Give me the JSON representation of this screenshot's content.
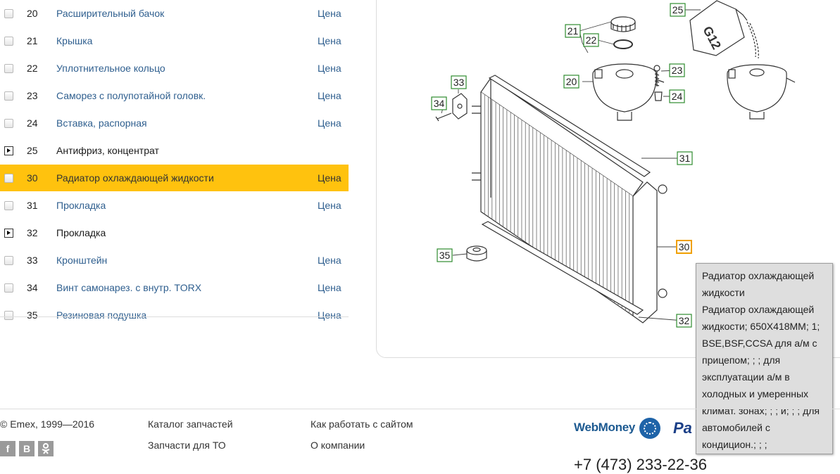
{
  "parts": [
    {
      "num": "20",
      "name": "Расширительный бачок",
      "price": "Цена",
      "type": "checkbox",
      "highlight": false
    },
    {
      "num": "21",
      "name": "Крышка",
      "price": "Цена",
      "type": "checkbox",
      "highlight": false
    },
    {
      "num": "22",
      "name": "Уплотнительное кольцо",
      "price": "Цена",
      "type": "checkbox",
      "highlight": false
    },
    {
      "num": "23",
      "name": "Саморез с полупотайной головк.",
      "price": "Цена",
      "type": "checkbox",
      "highlight": false
    },
    {
      "num": "24",
      "name": "Вставка, распорная",
      "price": "Цена",
      "type": "checkbox",
      "highlight": false
    },
    {
      "num": "25",
      "name": "Антифриз, концентрат",
      "price": "",
      "type": "expander",
      "highlight": false
    },
    {
      "num": "30",
      "name": "Радиатор охлаждающей жидкости",
      "price": "Цена",
      "type": "checkbox",
      "highlight": true
    },
    {
      "num": "31",
      "name": "Прокладка",
      "price": "Цена",
      "type": "checkbox",
      "highlight": false
    },
    {
      "num": "32",
      "name": "Прокладка",
      "price": "",
      "type": "expander",
      "highlight": false
    },
    {
      "num": "33",
      "name": "Кронштейн",
      "price": "Цена",
      "type": "checkbox",
      "highlight": false
    },
    {
      "num": "34",
      "name": "Винт самонарез. с внутр. TORX",
      "price": "Цена",
      "type": "checkbox",
      "highlight": false
    },
    {
      "num": "35",
      "name": "Резиновая подушка",
      "price": "Цена",
      "type": "checkbox",
      "highlight": false
    }
  ],
  "diagram": {
    "callouts": [
      "20",
      "21",
      "22",
      "23",
      "24",
      "25",
      "30",
      "31",
      "32",
      "33",
      "34",
      "35"
    ],
    "bottle_label": "G12"
  },
  "tooltip": {
    "lines": [
      "Радиатор охлаждающей",
      "жидкости",
      "Радиатор охлаждающей",
      "жидкости; 650X418MM; 1;",
      "BSE,BSF,CCSA для а/м с",
      "прицепом; ; ; для",
      "эксплуатации а/м в",
      "холодных и умеренных",
      "климат. зонах; ; ; и; ; ; для",
      "автомобилей с",
      "кондицион.; ; ;"
    ]
  },
  "footer": {
    "copyright": "© Emex, 1999—2016",
    "social": [
      "f",
      "B",
      "ok"
    ],
    "col1": [
      "Каталог запчастей",
      "Запчасти для ТО"
    ],
    "col2": [
      "Как работать с сайтом",
      "О компании"
    ],
    "payment": {
      "webmoney": "WebMoney",
      "paypal": "Pa"
    },
    "phone": "+7 (473) 233-22-36"
  },
  "colors": {
    "highlight": "#ffc20e",
    "link": "#2f5f8f",
    "callout_border": "#2e8b2e",
    "callout_active": "#f0a000"
  }
}
